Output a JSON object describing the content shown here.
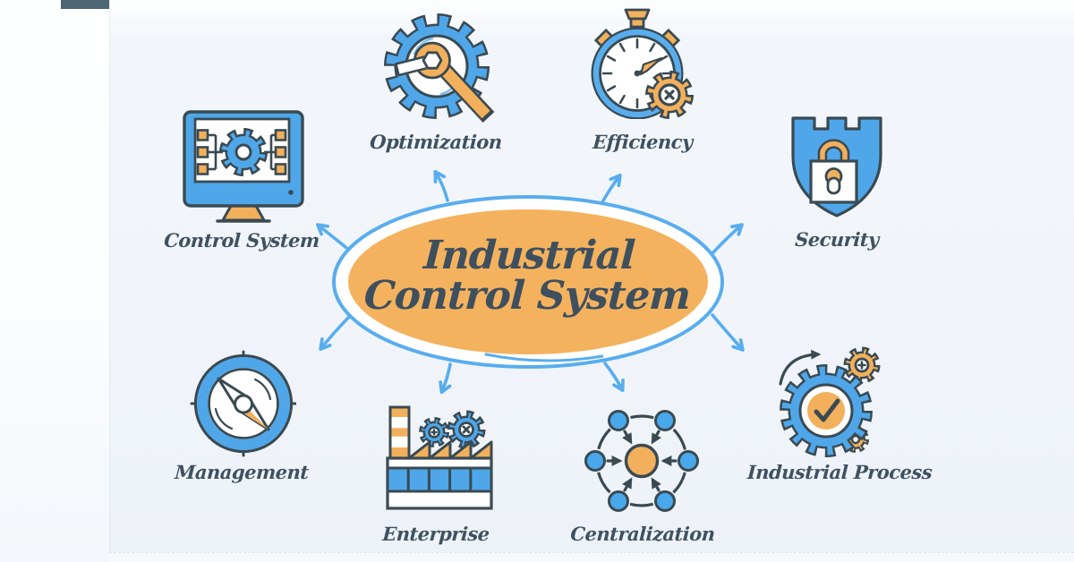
{
  "title": "Industrial Control System",
  "center": {
    "line1": "Industrial",
    "line2": "Control System"
  },
  "nodes": [
    {
      "id": "control-system",
      "label": "Control System",
      "icon": "monitor-flowchart-icon"
    },
    {
      "id": "optimization",
      "label": "Optimization",
      "icon": "gear-wrench-icon"
    },
    {
      "id": "efficiency",
      "label": "Efficiency",
      "icon": "stopwatch-gear-icon"
    },
    {
      "id": "security",
      "label": "Security",
      "icon": "shield-padlock-icon"
    },
    {
      "id": "management",
      "label": "Management",
      "icon": "compass-icon"
    },
    {
      "id": "enterprise",
      "label": "Enterprise",
      "icon": "factory-gears-icon"
    },
    {
      "id": "centralization",
      "label": "Centralization",
      "icon": "hub-spokes-icon"
    },
    {
      "id": "industrial-process",
      "label": "Industrial Process",
      "icon": "gear-checkmark-icon"
    }
  ],
  "colors": {
    "accent_blue": "#58ADEE",
    "icon_blue": "#4FA7EA",
    "orange": "#F2B05C",
    "outline": "#3A4A52",
    "text": "#3E5160",
    "top_bar": "#4C6673"
  }
}
